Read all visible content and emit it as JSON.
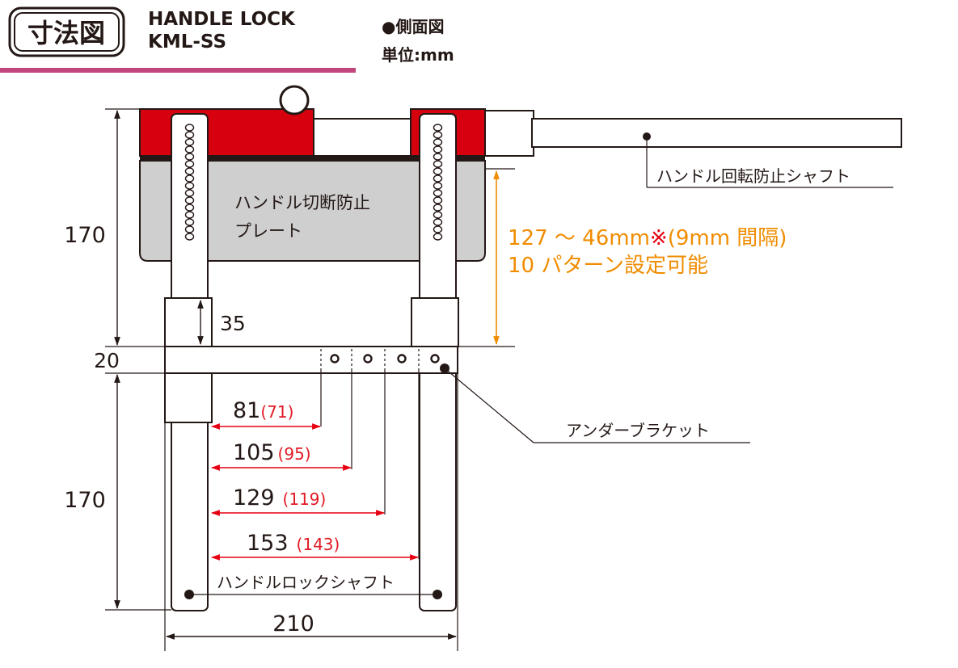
{
  "header": {
    "badge": "寸法図",
    "product_line1": "HANDLE LOCK",
    "product_line2": "KML-SS",
    "view_label": "●側面図",
    "unit_label": "単位:mm"
  },
  "colors": {
    "accent_line": "#c2457e",
    "red_block": "#d7000f",
    "plate_gray": "#cfcfcf",
    "orange": "#f08c00",
    "dim_red": "#e60012",
    "paren_red": "#e01a25"
  },
  "labels": {
    "rotation_shaft": "ハンドル回転防止シャフト",
    "plate_line1": "ハンドル切断防止",
    "plate_line2": "プレート",
    "range_line1": "127 ～ 46mm",
    "range_mark": "※",
    "range_paren": "(9mm 間隔)",
    "range_line2": "10 パターン設定可能",
    "under_bracket": "アンダーブラケット",
    "lock_shaft": "ハンドルロックシャフト"
  },
  "dimensions": {
    "height_upper": "170",
    "height_lower": "170",
    "block": "35",
    "bracket": "20",
    "width": "210",
    "spacings": [
      {
        "value": "81",
        "alt": "(71)"
      },
      {
        "value": "105",
        "alt": "(95)"
      },
      {
        "value": "129",
        "alt": "(119)"
      },
      {
        "value": "153",
        "alt": "(143)"
      }
    ]
  }
}
